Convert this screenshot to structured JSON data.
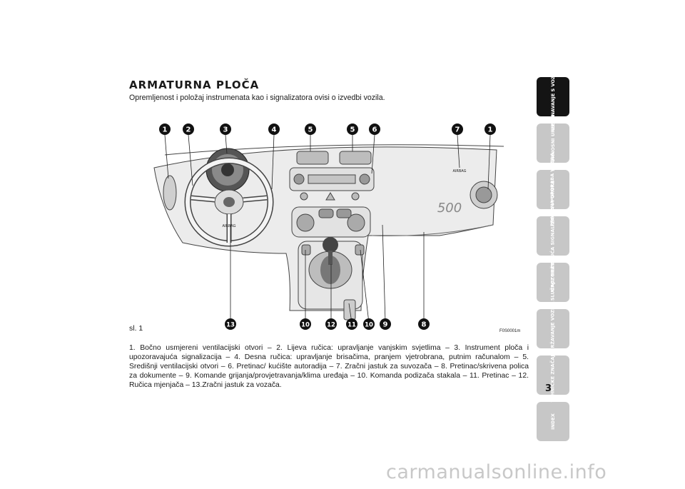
{
  "page": {
    "title": "ARMATURNA PLOČA",
    "subtitle": "Opremljenost i položaj instrumenata kao i signalizatora ovisi o izvedbi vozila.",
    "figure_label": "sl. 1",
    "figure_code": "F0S0001m",
    "caption": "1. Bočno usmjereni ventilacijski otvori – 2. Lijeva ručica: upravljanje vanjskim svjetlima – 3. Instrument ploča i upozoravajuća signalizacija – 4. Desna ručica: upravljanje brisačima, pranjem vjetrobrana, putnim računalom – 5. Središnji ventilacijski otvori – 6. Pretinac/ kućište autoradija – 7. Zračni jastuk za suvozača – 8. Pretinac/skrivena polica za dokumente – 9. Komande grijanja/provjetravanja/klima uređaja – 10. Komanda podizača stakala – 11. Pretinac – 12. Ručica mjenjača – 13.Zračni jastuk za vozača.",
    "page_number": "3",
    "watermark": "carmanualsonline.info"
  },
  "figure": {
    "markers_top": [
      "1",
      "2",
      "3",
      "4",
      "5",
      "5",
      "6",
      "7",
      "1"
    ],
    "markers_bottom": [
      "13",
      "10",
      "12",
      "11",
      "10",
      "9",
      "8"
    ],
    "airbag_text": "AIRBAG",
    "logo_text": "500"
  },
  "tabs": [
    {
      "label": "UPOZNAVANJE S VOZILOM",
      "active": true
    },
    {
      "label": "SIGURNOSNI UREĐAJI",
      "active": false
    },
    {
      "label": "PRAVILNA UPORABA VOZILA",
      "active": false
    },
    {
      "label": "UPOZORAVAJUĆA SIGNALIZACIJA I PORUKE",
      "active": false
    },
    {
      "label": "U SLUČAJU NUŽDE",
      "active": false
    },
    {
      "label": "ODRŽAVANJE VOZILA",
      "active": false
    },
    {
      "label": "TEHNIČKE ZNAČAJKE",
      "active": false
    },
    {
      "label": "INDEX",
      "active": false
    }
  ]
}
